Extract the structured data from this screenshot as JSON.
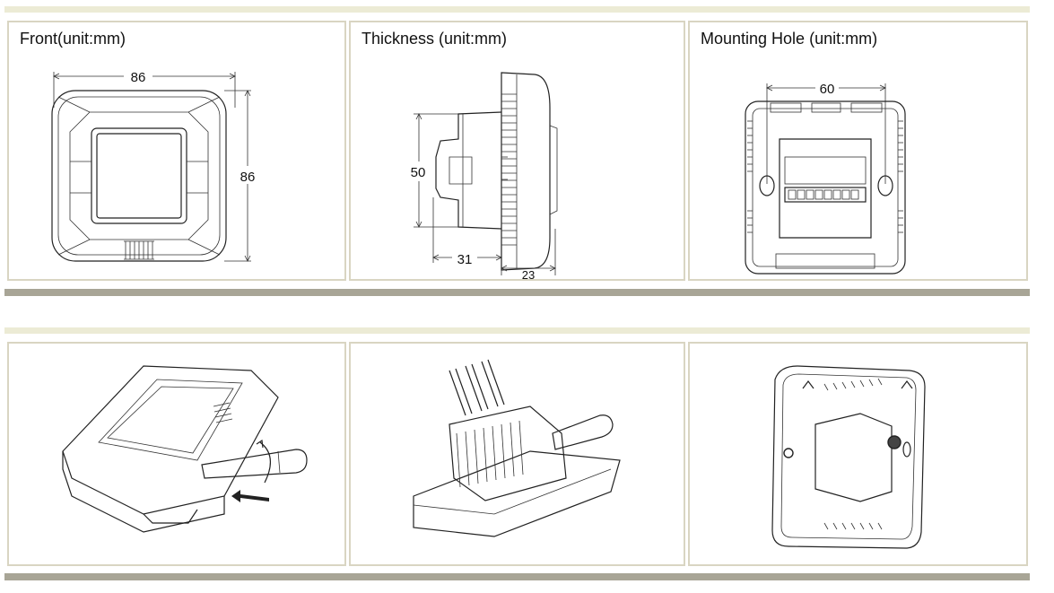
{
  "colors": {
    "band_light": "#ecebd5",
    "band_dark": "#a8a596",
    "panel_border": "#d9d5c2",
    "line": "#222222"
  },
  "dimension_panels": [
    {
      "title": "Front(unit:mm)",
      "width_label": "86",
      "height_label": "86"
    },
    {
      "title": "Thickness (unit:mm)",
      "height_label": "50",
      "depth_label": "31",
      "thickness_label": "23"
    },
    {
      "title": "Mounting Hole (unit:mm)",
      "spacing_label": "60"
    }
  ],
  "installation_panels": [
    {
      "icon": "screwdriver-release-icon"
    },
    {
      "icon": "wiring-terminal-icon"
    },
    {
      "icon": "wall-mount-screws-icon"
    }
  ]
}
